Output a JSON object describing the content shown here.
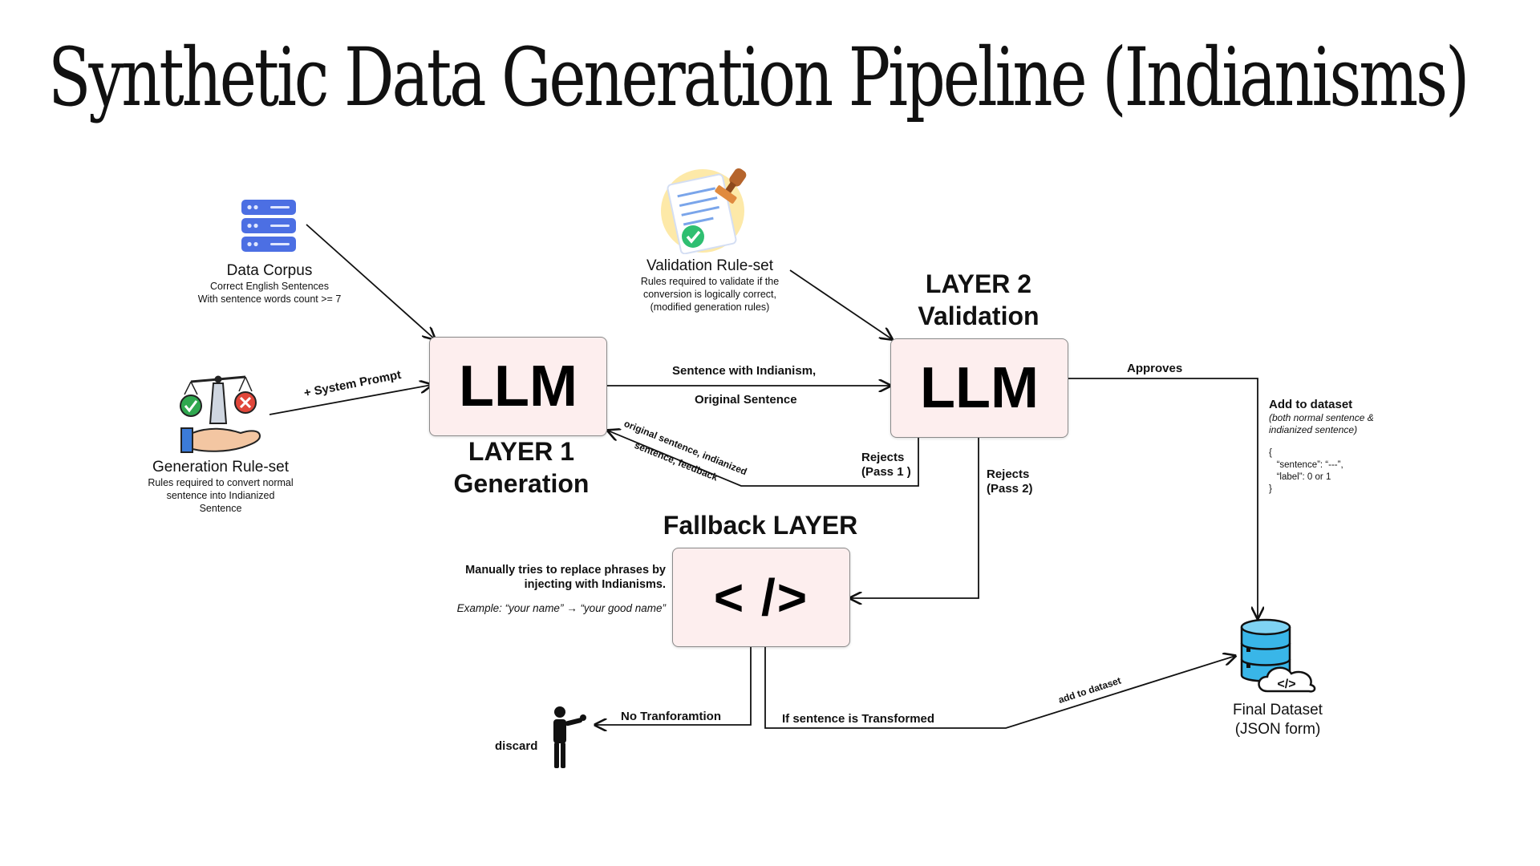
{
  "title": "Synthetic Data Generation Pipeline (Indianisms)",
  "sources": {
    "data_corpus": {
      "title": "Data Corpus",
      "desc": [
        "Correct English Sentences",
        "With sentence words count >= 7"
      ]
    },
    "generation_ruleset": {
      "title": "Generation Rule-set",
      "desc": [
        "Rules required to convert normal",
        "sentence into Indianized",
        "Sentence"
      ]
    },
    "validation_ruleset": {
      "title": "Validation Rule-set",
      "desc": [
        "Rules required to validate if the",
        "conversion is logically correct,",
        "(modified generation rules)"
      ]
    }
  },
  "layers": {
    "layer1": {
      "box": "LLM",
      "heading": [
        "LAYER 1",
        "Generation"
      ]
    },
    "layer2": {
      "box": "LLM",
      "heading": [
        "LAYER 2",
        "Validation"
      ]
    },
    "fallback": {
      "box": "< />",
      "heading": "Fallback LAYER",
      "desc": [
        "Manually tries to replace phrases by",
        "injecting with Indianisms."
      ],
      "example": "Example:  “your name” → “your good name”"
    }
  },
  "edges": {
    "system_prompt": "+ System Prompt",
    "forward": [
      "Sentence with Indianism,",
      "Original Sentence"
    ],
    "feedback": [
      "original sentence, indianized",
      "sentence, feedback"
    ],
    "rejects_pass1": [
      "Rejects",
      "(Pass 1 )"
    ],
    "rejects_pass2": [
      "Rejects",
      "(Pass 2)"
    ],
    "approves": "Approves",
    "no_transformation": "No Tranforamtion",
    "transformed": "If sentence is Transformed",
    "add_to_dataset_edge": "add to dataset"
  },
  "dataset": {
    "add_title": "Add to dataset",
    "add_note": [
      "(both normal sentence &",
      "indianized sentence)"
    ],
    "json_example": [
      "{",
      "   “sentence”: “---”,",
      "   “label”: 0 or 1",
      "}"
    ],
    "final": [
      "Final Dataset",
      "(JSON form)"
    ]
  },
  "discard": "discard"
}
